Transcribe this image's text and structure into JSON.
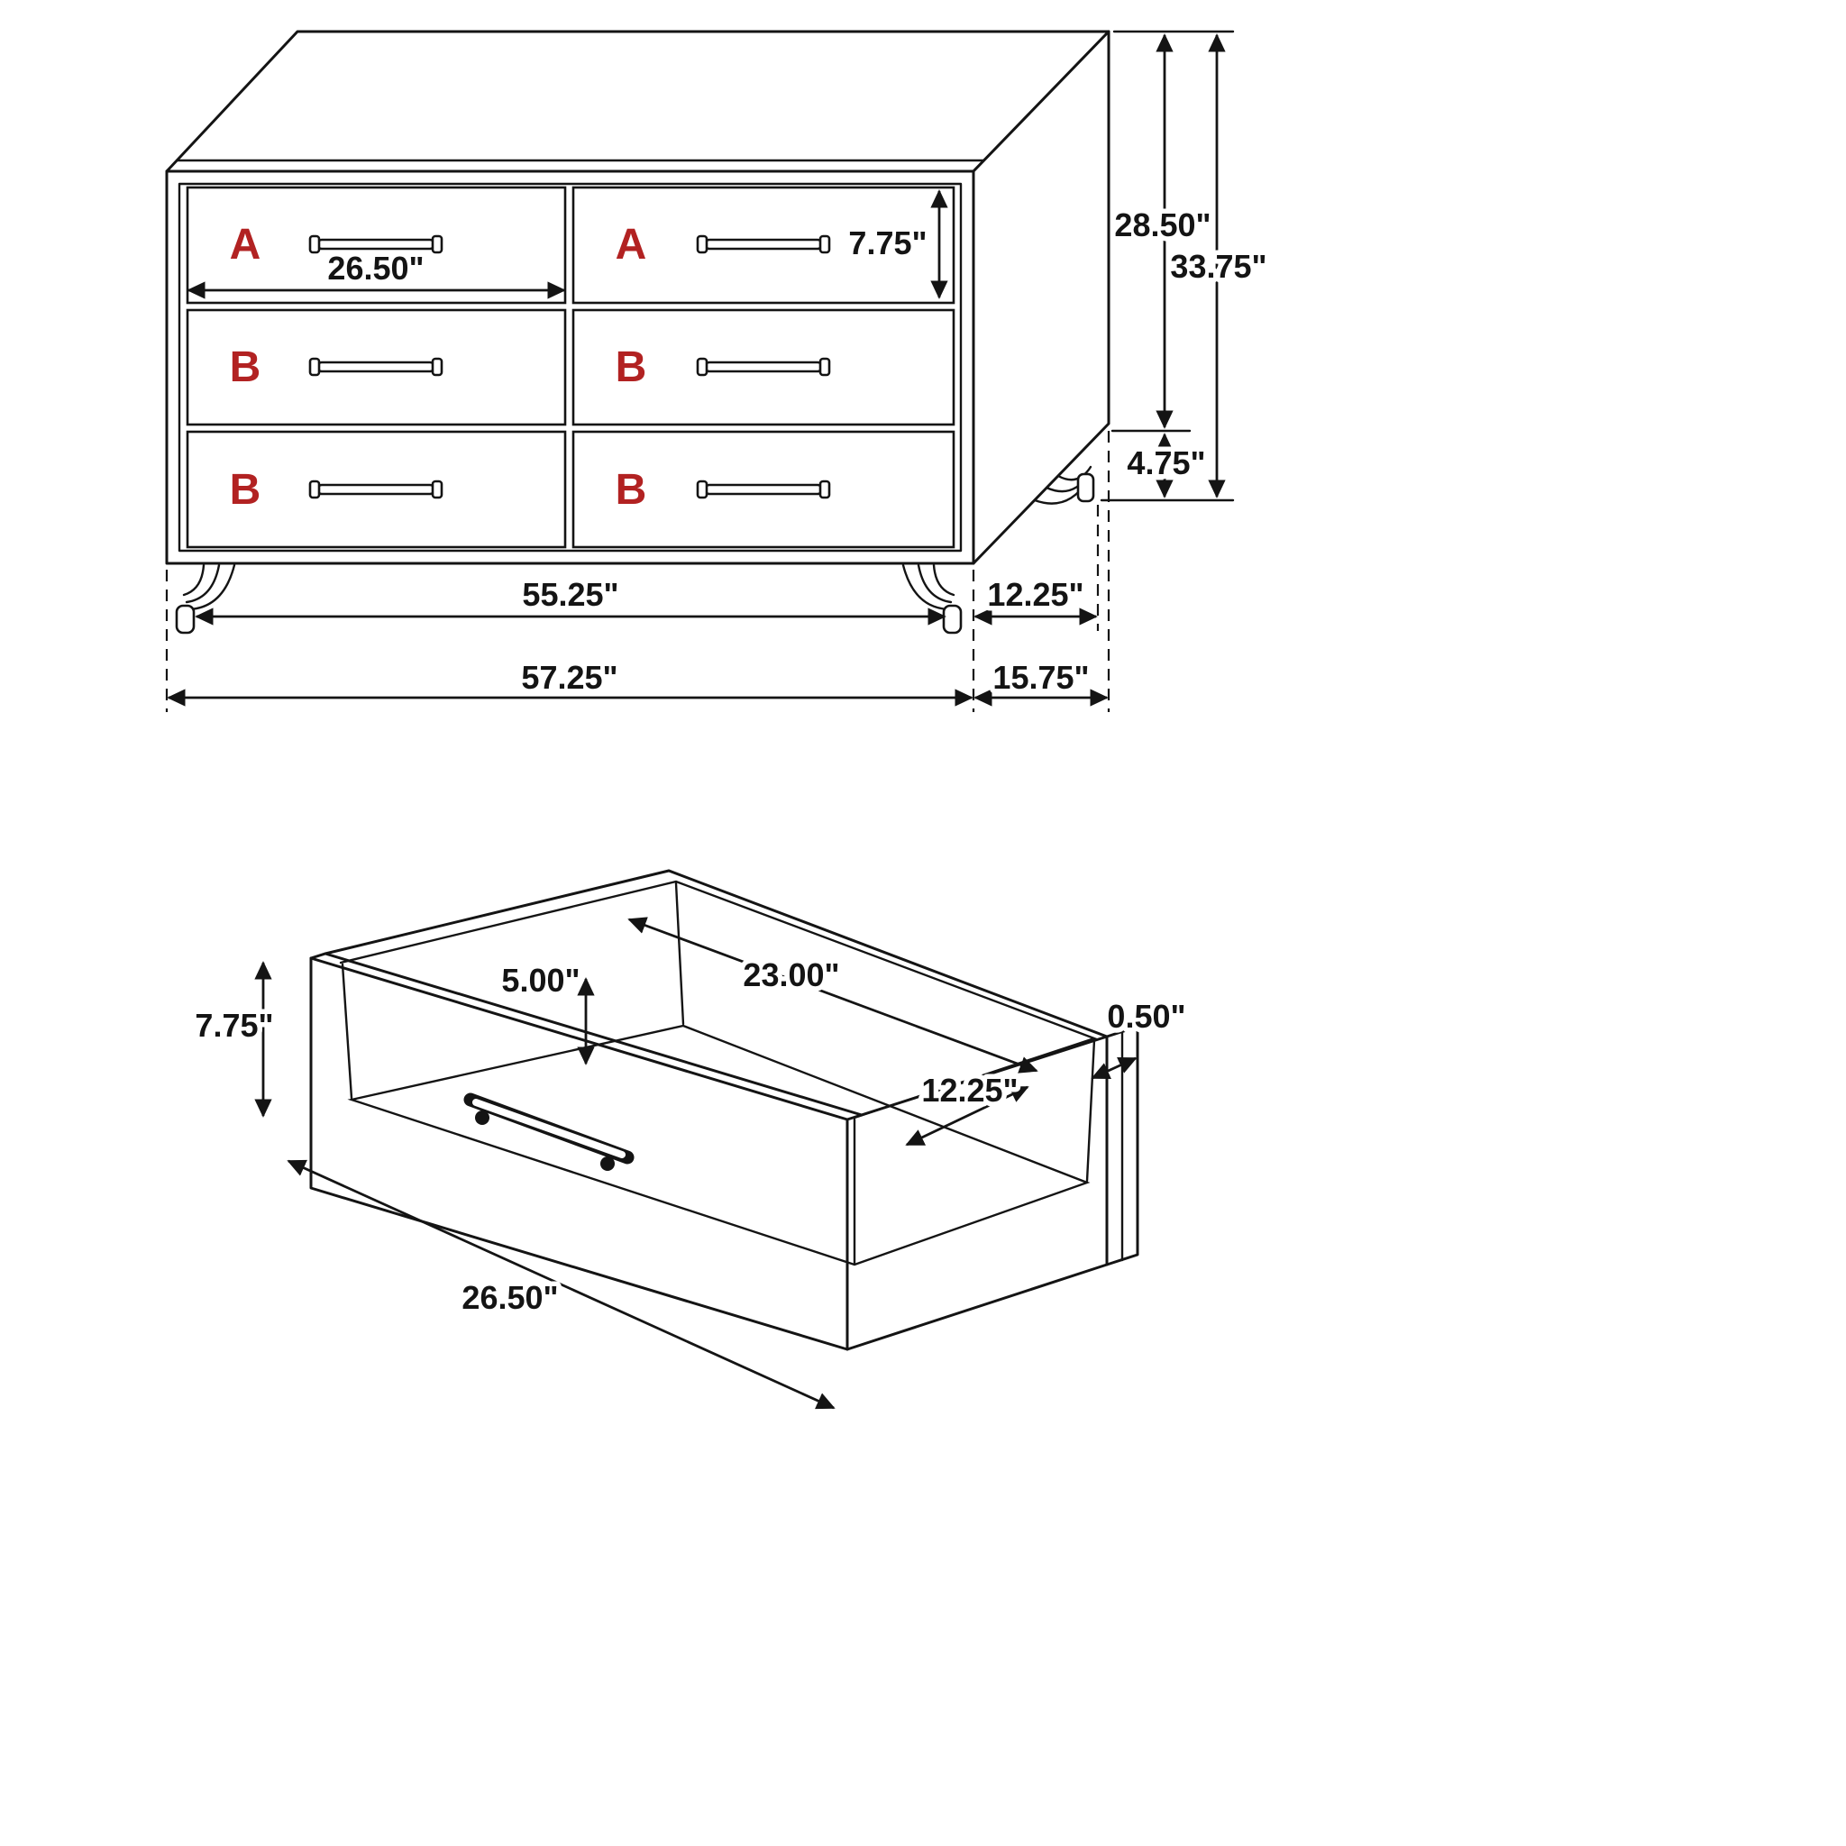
{
  "colors": {
    "line": "#141414",
    "label": "#b22222",
    "background": "#ffffff"
  },
  "dresser": {
    "drawer_labels": {
      "a1": "A",
      "a2": "A",
      "b1": "B",
      "b2": "B",
      "b3": "B",
      "b4": "B"
    },
    "dims": {
      "drawer_width": "26.50\"",
      "drawer_height": "7.75\"",
      "case_height": "28.50\"",
      "total_height": "33.75\"",
      "leg_height": "4.75\"",
      "leg_span": "55.25\"",
      "side_leg_span": "12.25\"",
      "total_width": "57.25\"",
      "total_depth": "15.75\""
    }
  },
  "drawer": {
    "dims": {
      "front_height": "7.75\"",
      "inner_height": "5.00\"",
      "inner_width": "23.00\"",
      "panel_thickness": "0.50\"",
      "inner_depth": "12.25\"",
      "front_width": "26.50\""
    }
  }
}
